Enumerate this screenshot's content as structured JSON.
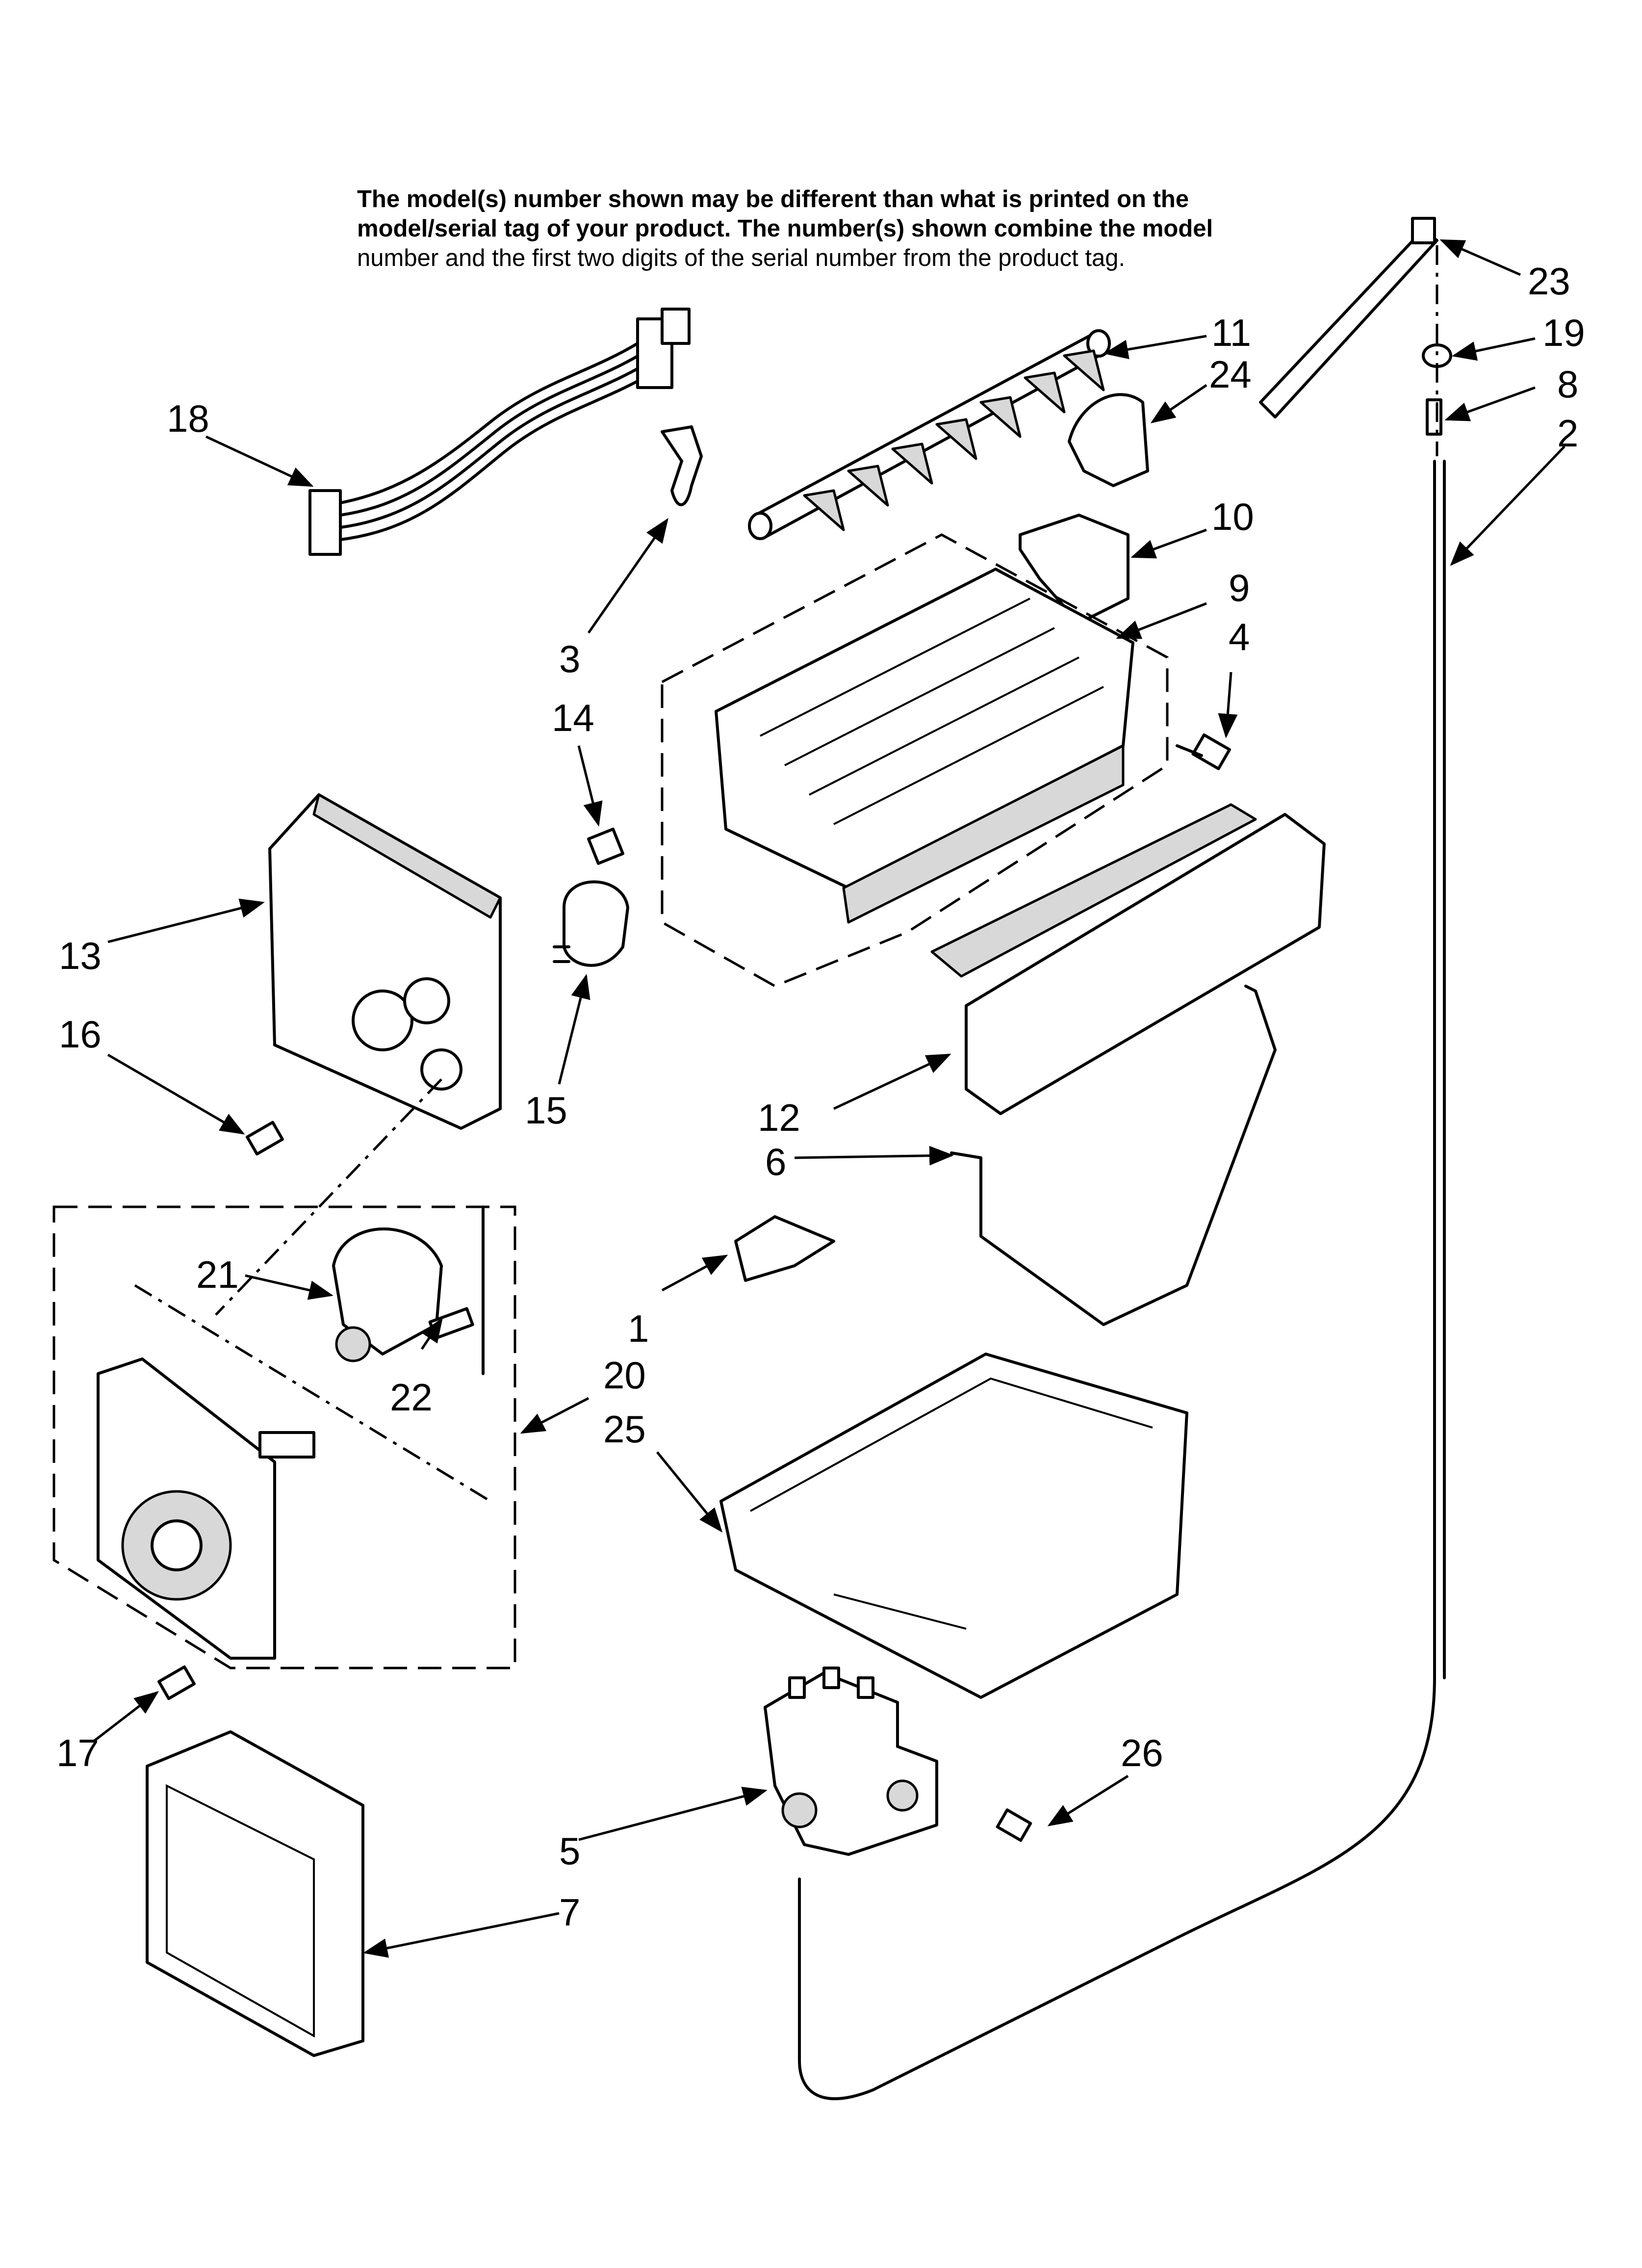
{
  "notice": {
    "line1": "The model(s) number shown may be different than what is printed on the",
    "line2": "model/serial tag of your product. The number(s) shown combine the model",
    "line3": "number and the first two digits of the serial number from the product tag."
  },
  "callouts": {
    "c1": "1",
    "c2": "2",
    "c3": "3",
    "c4": "4",
    "c5": "5",
    "c6": "6",
    "c7": "7",
    "c8": "8",
    "c9": "9",
    "c10": "10",
    "c11": "11",
    "c12": "12",
    "c13": "13",
    "c14": "14",
    "c15": "15",
    "c16": "16",
    "c17": "17",
    "c18": "18",
    "c19": "19",
    "c20": "20",
    "c21": "21",
    "c22": "22",
    "c23": "23",
    "c24": "24",
    "c25": "25",
    "c26": "26"
  }
}
